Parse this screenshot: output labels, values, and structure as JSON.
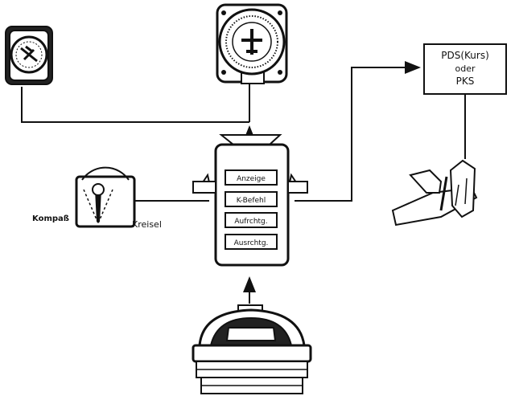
{
  "controller": {
    "buttons": [
      {
        "label": "Anzeige"
      },
      {
        "label": "K-Befehl"
      },
      {
        "label": "Aufrchtg."
      },
      {
        "label": "Ausrchtg."
      }
    ]
  },
  "output_box": {
    "line1": "PDS(Kurs)",
    "line2": "oder",
    "line3": "PKS"
  },
  "switch_labels": {
    "left": "Kompaß",
    "right": "Kreisel"
  },
  "icons": [
    "small-compass-instrument-icon",
    "heading-indicator-instrument-icon",
    "selector-switch-icon",
    "airplane-tail-icon",
    "gyro-unit-icon"
  ]
}
